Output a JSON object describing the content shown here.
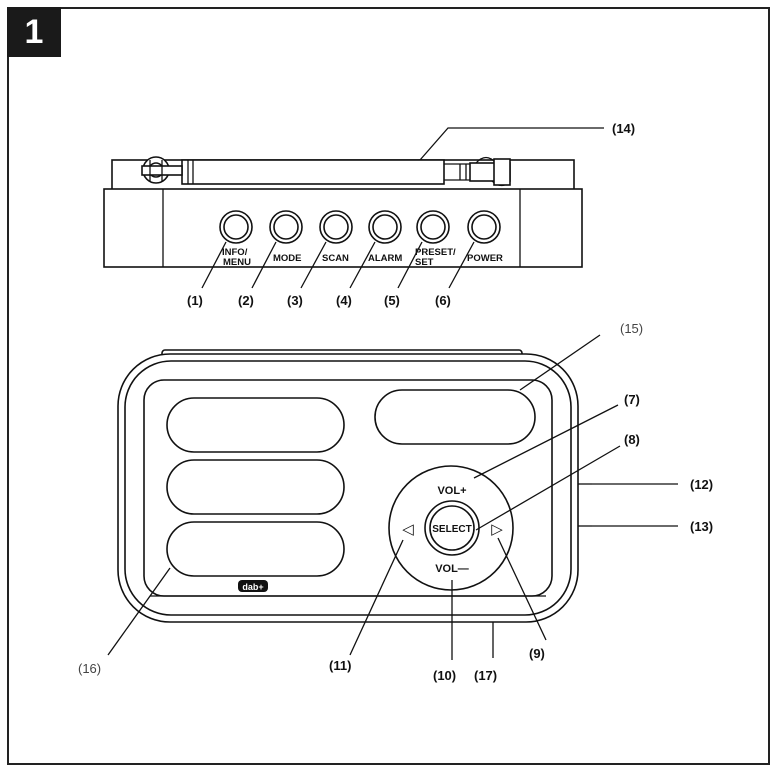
{
  "figure_number": "1",
  "callouts": {
    "c1": "(1)",
    "c2": "(2)",
    "c3": "(3)",
    "c4": "(4)",
    "c5": "(5)",
    "c6": "(6)",
    "c7": "(7)",
    "c8": "(8)",
    "c9": "(9)",
    "c10": "(10)",
    "c11": "(11)",
    "c12": "(12)",
    "c13": "(13)",
    "c14": "(14)",
    "c15": "(15)",
    "c16": "(16)",
    "c17": "(17)"
  },
  "top_buttons": {
    "info_menu_1": "INFO/",
    "info_menu_2": "MENU",
    "mode": "MODE",
    "scan": "SCAN",
    "alarm": "ALARM",
    "preset_set_1": "PRESET/",
    "preset_set_2": "SET",
    "power": "POWER"
  },
  "front": {
    "vol_up": "VOL+",
    "vol_down": "VOL—",
    "select": "SELECT",
    "left_arrow": "◁",
    "right_arrow": "▷",
    "logo": "dab+"
  }
}
